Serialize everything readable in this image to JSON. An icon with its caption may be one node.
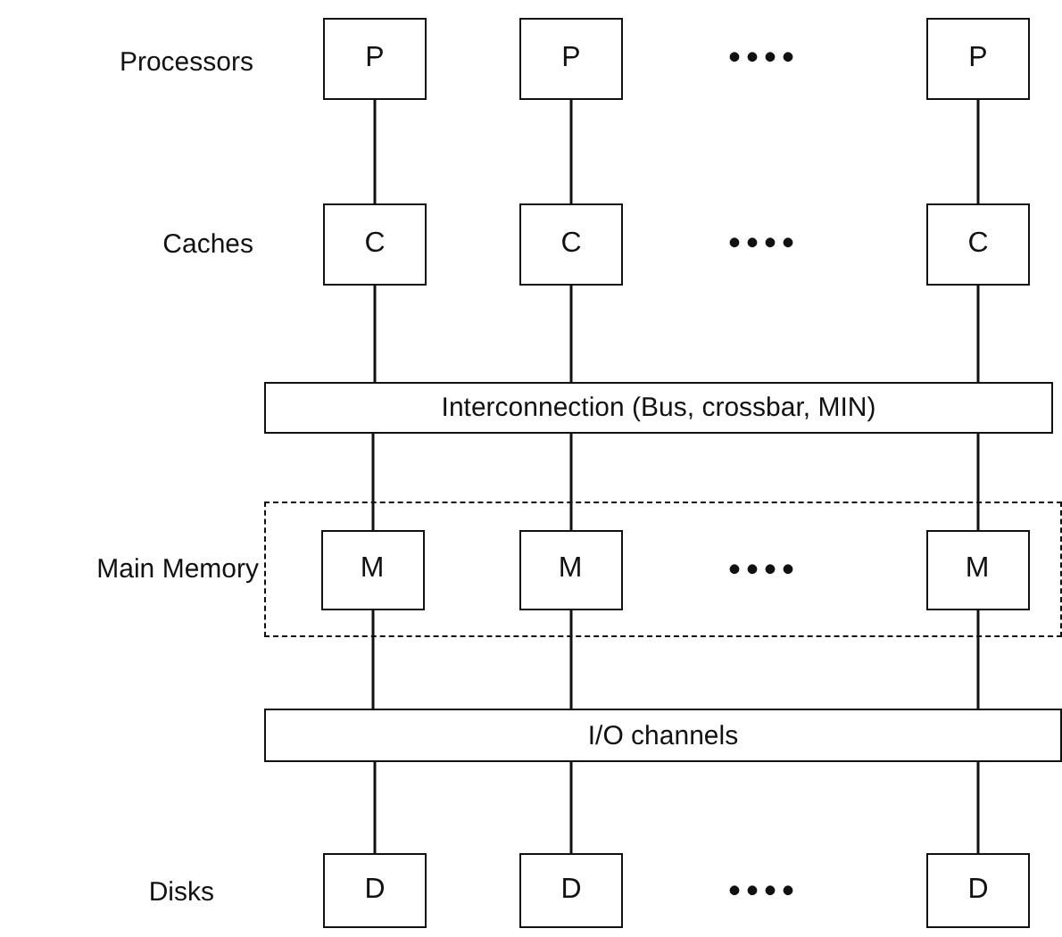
{
  "diagram": {
    "nodes": [
      {
        "text": [
          "P"
        ]
      },
      {
        "text": [
          "P"
        ]
      },
      {
        "text": [
          "P"
        ]
      },
      {
        "text": [
          "C"
        ]
      },
      {
        "text": [
          "C"
        ]
      },
      {
        "text": [
          "C"
        ]
      },
      {
        "text": [
          "Interconnection (Bus, crossbar, MIN)"
        ]
      },
      {
        "text": [
          "Main Memory"
        ]
      },
      {
        "text": [
          "M"
        ],
        "in": 7
      },
      {
        "text": [
          "M"
        ],
        "in": 7
      },
      {
        "text": [
          "M"
        ],
        "in": 7
      },
      {
        "text": [
          "I/O channels"
        ]
      },
      {
        "text": [
          "D"
        ]
      },
      {
        "text": [
          "D"
        ]
      },
      {
        "text": [
          "D"
        ]
      }
    ],
    "edges": [
      {
        "from": 0,
        "to": 3,
        "arrow": "none"
      },
      {
        "from": 1,
        "to": 4,
        "arrow": "none"
      },
      {
        "from": 2,
        "to": 5,
        "arrow": "none"
      },
      {
        "from": 3,
        "to": 6,
        "arrow": "none"
      },
      {
        "from": 4,
        "to": 6,
        "arrow": "none"
      },
      {
        "from": 5,
        "to": 6,
        "arrow": "none"
      },
      {
        "from": 6,
        "to": 8,
        "arrow": "none"
      },
      {
        "from": 6,
        "to": 9,
        "arrow": "none"
      },
      {
        "from": 6,
        "to": 10,
        "arrow": "none"
      },
      {
        "from": 8,
        "to": 11,
        "arrow": "none"
      },
      {
        "from": 9,
        "to": 11,
        "arrow": "none"
      },
      {
        "from": 10,
        "to": 11,
        "arrow": "none"
      },
      {
        "from": 11,
        "to": 12,
        "arrow": "none"
      },
      {
        "from": 11,
        "to": 13,
        "arrow": "none"
      },
      {
        "from": 11,
        "to": 14,
        "arrow": "none"
      }
    ],
    "labels": [
      "Processors",
      "••••",
      "Caches",
      "••••",
      "••••",
      "Disks",
      "••••"
    ]
  }
}
